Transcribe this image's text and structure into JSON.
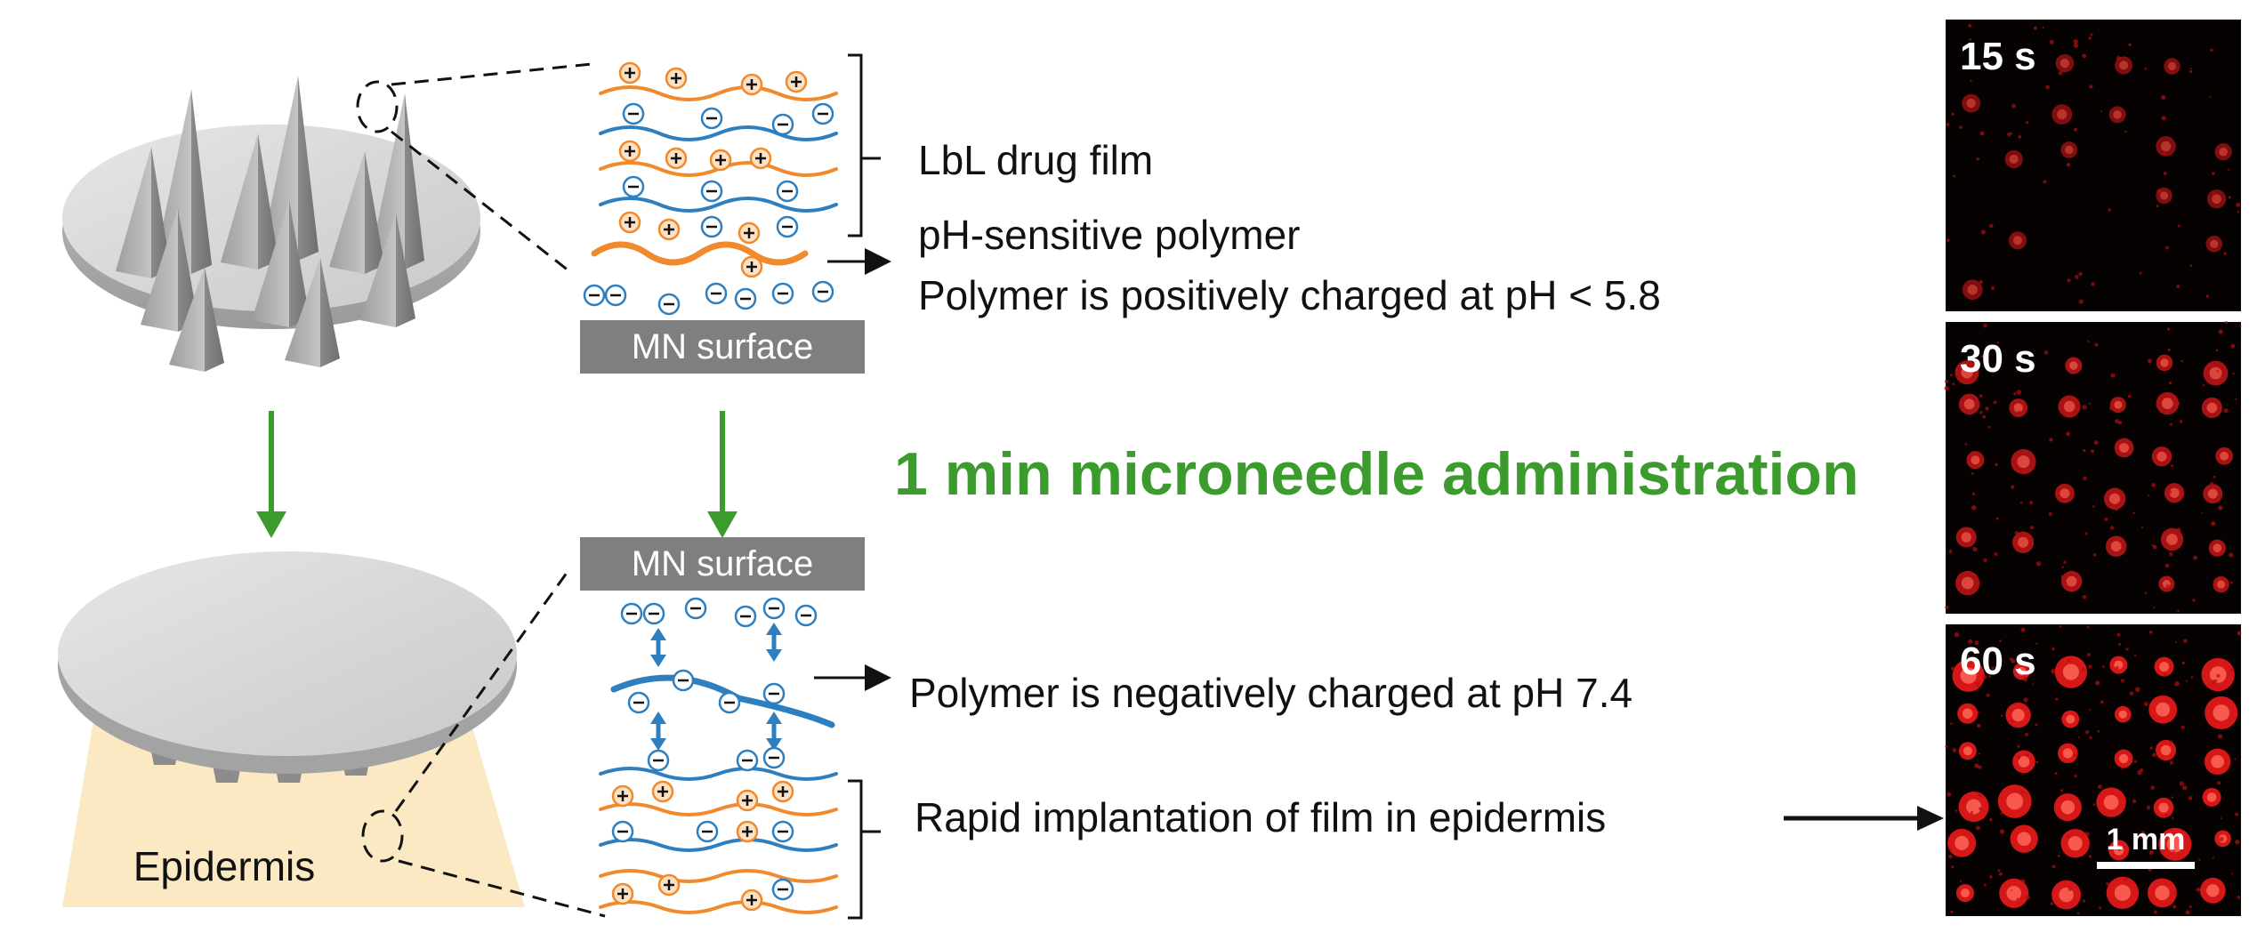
{
  "labels": {
    "mn_surface_top": "MN surface",
    "mn_surface_bottom": "MN surface",
    "lbl_drug_film": "LbL drug film",
    "ph_polymer": "pH-sensitive polymer",
    "positive_charge": "Polymer is positively charged at pH < 5.8",
    "headline": "1 min microneedle administration",
    "negative_charge": "Polymer is negatively charged at pH 7.4",
    "rapid_implantation": "Rapid implantation of film in epidermis",
    "epidermis": "Epidermis"
  },
  "micrographs": [
    {
      "time_label": "15 s",
      "density": 0.25
    },
    {
      "time_label": "30 s",
      "density": 0.6
    },
    {
      "time_label": "60 s",
      "density": 1.0
    }
  ],
  "scale_bar_label": "1 mm",
  "colors": {
    "positive_polymer": "#f08a2c",
    "negative_polymer": "#2e7fc0",
    "headline_green": "#3c9b2d",
    "arrow_green": "#3c9b2d",
    "mn_surface_gray": "#7f7f7f",
    "epidermis_fill": "#fbe9c4",
    "fluorescence_red": "#e01818"
  }
}
